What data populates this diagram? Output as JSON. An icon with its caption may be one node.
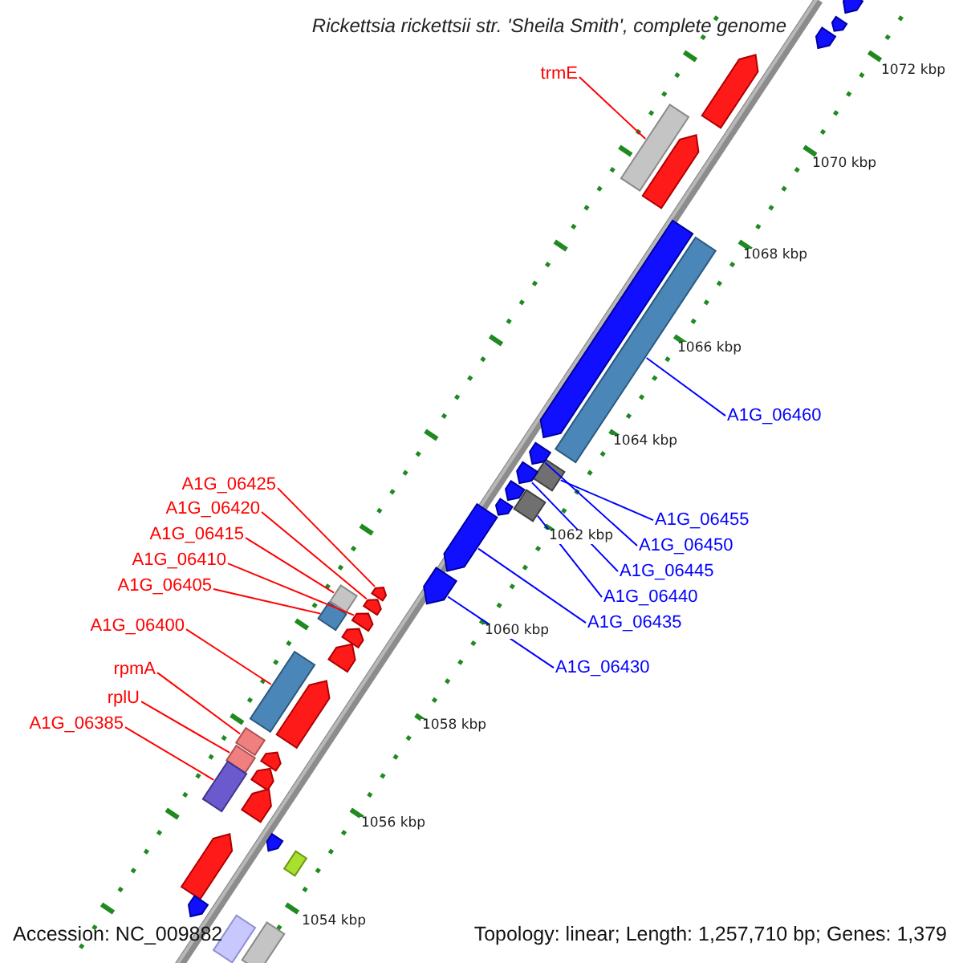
{
  "diagram": {
    "title": "Rickettsia rickettsii str. 'Sheila Smith', complete genome",
    "nodes": [
      {
        "text": [
          "trmE"
        ]
      },
      {
        "text": [
          "A1G_06460"
        ]
      },
      {
        "text": [
          "A1G_06425"
        ]
      },
      {
        "text": [
          "A1G_06420"
        ]
      },
      {
        "text": [
          "A1G_06415"
        ]
      },
      {
        "text": [
          "A1G_06410"
        ]
      },
      {
        "text": [
          "A1G_06405"
        ]
      },
      {
        "text": [
          "A1G_06455"
        ]
      },
      {
        "text": [
          "A1G_06450"
        ]
      },
      {
        "text": [
          "A1G_06445"
        ]
      },
      {
        "text": [
          "A1G_06440"
        ]
      },
      {
        "text": [
          "A1G_06435"
        ]
      },
      {
        "text": [
          "A1G_06400"
        ]
      },
      {
        "text": [
          "A1G_06430"
        ]
      },
      {
        "text": [
          "rpmA"
        ]
      },
      {
        "text": [
          "rplU"
        ]
      },
      {
        "text": [
          "A1G_06385"
        ]
      },
      {
        "text": [],
        "shape": "bar"
      },
      {
        "text": [],
        "shape": "bar"
      },
      {
        "text": [],
        "shape": "pentagon"
      },
      {
        "text": [],
        "shape": "pentagon"
      },
      {
        "text": [],
        "shape": "bar"
      },
      {
        "text": [],
        "shape": "pentagon"
      },
      {
        "text": [],
        "shape": "bar"
      },
      {
        "text": [],
        "shape": "bar"
      },
      {
        "text": [],
        "shape": "pentagon"
      },
      {
        "text": [],
        "shape": "pentagon"
      },
      {
        "text": [],
        "shape": "bar"
      },
      {
        "text": [],
        "shape": "pentagon"
      },
      {
        "text": [],
        "shape": "bar"
      },
      {
        "text": [],
        "shape": "pentagon"
      },
      {
        "text": [],
        "shape": "bar"
      },
      {
        "text": [],
        "shape": "bar"
      },
      {
        "text": [],
        "shape": "bar"
      },
      {
        "text": [],
        "shape": "pentagon"
      },
      {
        "text": [],
        "shape": "pentagon"
      },
      {
        "text": [],
        "shape": "pentagon"
      },
      {
        "text": [],
        "shape": "pentagon"
      },
      {
        "text": [],
        "shape": "pentagon"
      },
      {
        "text": [],
        "shape": "pentagon"
      },
      {
        "text": [],
        "shape": "pentagon"
      },
      {
        "text": [],
        "shape": "pentagon"
      },
      {
        "text": [],
        "shape": "pentagon"
      },
      {
        "text": [],
        "shape": "pentagon"
      },
      {
        "text": [],
        "shape": "pentagon"
      },
      {
        "text": [],
        "shape": "pentagon"
      },
      {
        "text": [],
        "shape": "pentagon"
      },
      {
        "text": [],
        "shape": "bar"
      },
      {
        "text": [],
        "shape": "pentagon"
      },
      {
        "text": [],
        "shape": "pentagon"
      },
      {
        "text": [],
        "shape": "pentagon"
      },
      {
        "text": [],
        "shape": "bar"
      },
      {
        "text": [],
        "shape": "pentagon"
      },
      {
        "text": [],
        "shape": "bar"
      }
    ],
    "edges": [
      {
        "from": 0,
        "to": 17,
        "arrow": "none"
      },
      {
        "from": 1,
        "to": 18,
        "arrow": "none",
        "color": "#0000ff"
      },
      {
        "from": 2,
        "to": 19,
        "arrow": "none"
      },
      {
        "from": 3,
        "to": 20,
        "arrow": "none"
      },
      {
        "from": 4,
        "to": 21,
        "arrow": "none"
      },
      {
        "from": 5,
        "to": 22,
        "arrow": "none"
      },
      {
        "from": 6,
        "to": 23,
        "arrow": "none"
      },
      {
        "from": 7,
        "to": 24,
        "arrow": "none",
        "color": "#0000ff"
      },
      {
        "from": 8,
        "to": 25,
        "arrow": "none",
        "color": "#0000ff"
      },
      {
        "from": 9,
        "to": 26,
        "arrow": "none",
        "color": "#0000ff"
      },
      {
        "from": 10,
        "to": 27,
        "arrow": "none",
        "color": "#0000ff"
      },
      {
        "from": 11,
        "to": 28,
        "arrow": "none",
        "color": "#0000ff"
      },
      {
        "from": 12,
        "to": 29,
        "arrow": "none"
      },
      {
        "from": 13,
        "to": 30,
        "arrow": "none",
        "color": "#0000ff"
      },
      {
        "from": 14,
        "to": 31,
        "arrow": "none"
      },
      {
        "from": 15,
        "to": 32,
        "arrow": "none"
      },
      {
        "from": 16,
        "to": 33,
        "arrow": "none"
      }
    ],
    "labels": [
      "1072 kbp",
      "1070 kbp",
      "1068 kbp",
      "1066 kbp",
      "1064 kbp",
      "1062 kbp",
      "1060 kbp",
      "1058 kbp",
      "1056 kbp",
      "1054 kbp",
      "Accession: NC_009882",
      "Topology: linear; Length: 1,257,710 bp; Genes: 1,379"
    ]
  }
}
